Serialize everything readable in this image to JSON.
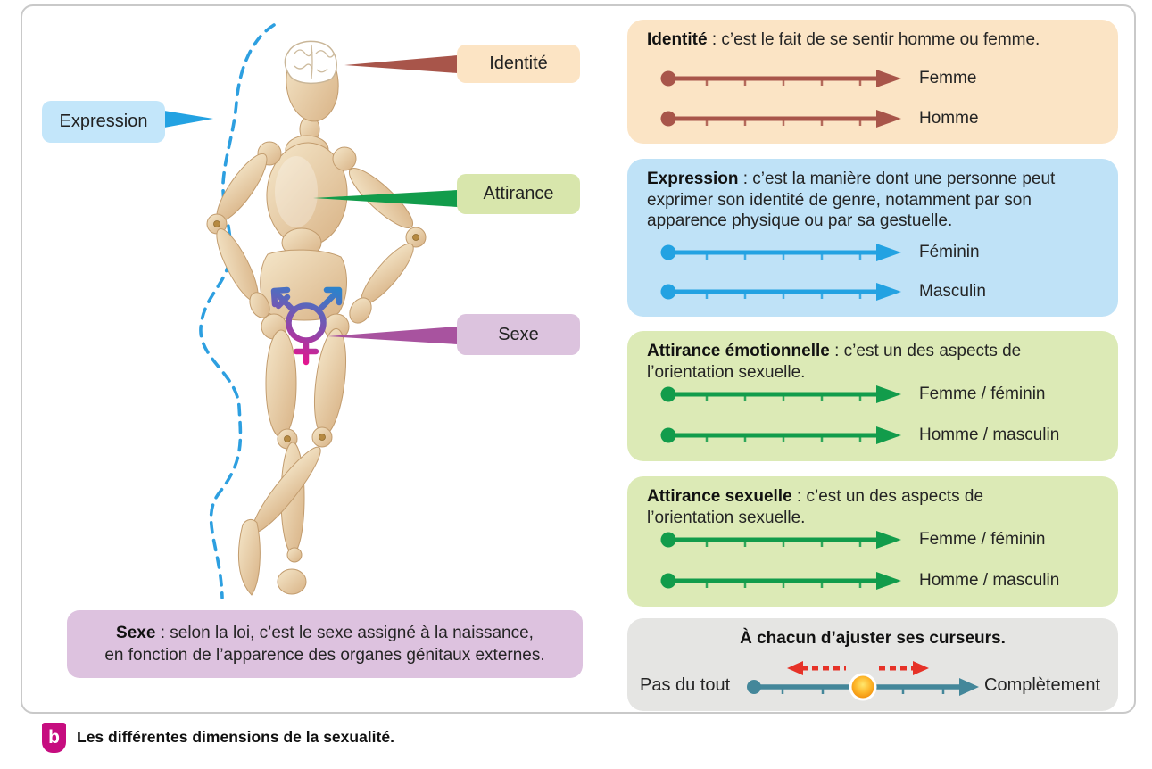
{
  "body_labels": {
    "expression": "Expression",
    "identite": "Identité",
    "attirance": "Attirance",
    "sexe": "Sexe"
  },
  "sexe_note": {
    "lead": "Sexe",
    "line1": " : selon la loi, c’est le sexe assigné à la naissance,",
    "line2": "en fonction de l’apparence des organes génitaux externes."
  },
  "panels": [
    {
      "lead": "Identité",
      "rest": " : c’est le fait de se sentir homme ou femme.",
      "arrow1": "Femme",
      "arrow2": "Homme"
    },
    {
      "lead": "Expression",
      "rest": " : c’est la manière dont une personne peut exprimer son identité de genre, notamment par son apparence physique ou par sa gestuelle.",
      "arrow1": "Féminin",
      "arrow2": "Masculin"
    },
    {
      "lead": "Attirance émotionnelle",
      "rest": " : c’est un des aspects de l’orientation sexuelle.",
      "arrow1": "Femme / féminin",
      "arrow2": "Homme / masculin"
    },
    {
      "lead": "Attirance sexuelle",
      "rest": " : c’est un des aspects de l’orientation sexuelle.",
      "arrow1": "Femme / féminin",
      "arrow2": "Homme / masculin"
    }
  ],
  "adjust_panel": {
    "title": "À chacun d’ajuster ses curseurs.",
    "left_label": "Pas du tout",
    "right_label": "Complètement"
  },
  "caption": {
    "badge": "b",
    "text": "Les différentes dimensions de la sexualité."
  },
  "colors": {
    "identite_accent": "#a8554a",
    "expression_accent": "#23a2e2",
    "attirance_accent": "#129c4b",
    "sexe_accent": "#a8539f",
    "panel_peach": "#fbe4c5",
    "panel_blue": "#bfe2f7",
    "panel_green": "#dceab6",
    "panel_grey": "#e5e5e3",
    "sexe_note_bg": "#ddc2df",
    "slider_teal": "#44879a",
    "slider_red": "#e63228",
    "badge_magenta": "#c60d7f",
    "outline_blue_dashed": "#2d9fe0"
  }
}
